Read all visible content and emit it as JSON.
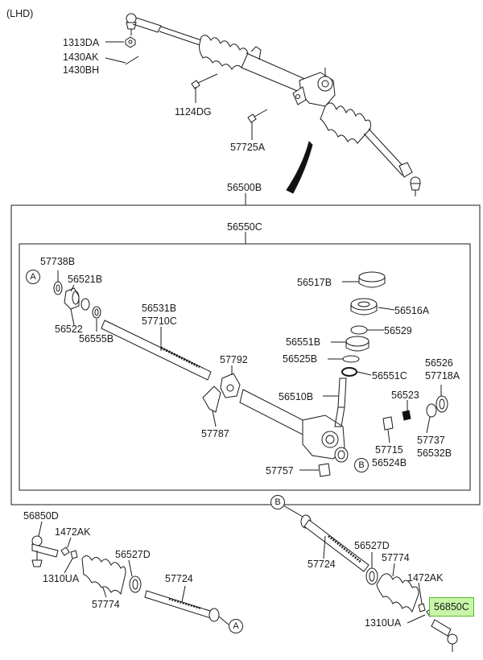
{
  "variant": "(LHD)",
  "labels": {
    "p1313DA": "1313DA",
    "p1430AK": "1430AK",
    "p1430BH": "1430BH",
    "p1124DG": "1124DG",
    "p57725A": "57725A",
    "p56500B": "56500B",
    "p56550C": "56550C",
    "p57738B": "57738B",
    "p56521B": "56521B",
    "p56522": "56522",
    "p56555B": "56555B",
    "p56531B": "56531B",
    "p57710C": "57710C",
    "p57792": "57792",
    "p57787": "57787",
    "p56517B": "56517B",
    "p56516A": "56516A",
    "p56529": "56529",
    "p56551B": "56551B",
    "p56525B": "56525B",
    "p56551C": "56551C",
    "p56510B": "56510B",
    "p56523": "56523",
    "p56526": "56526",
    "p57718A": "57718A",
    "p57737": "57737",
    "p56532B": "56532B",
    "p57715": "57715",
    "p56524B": "56524B",
    "p57757": "57757",
    "l56850D": "56850D",
    "l1472AK": "1472AK",
    "l1310UA": "1310UA",
    "l56527D": "56527D",
    "l57774": "57774",
    "l57724": "57724",
    "r57724": "57724",
    "r56527D": "56527D",
    "r57774": "57774",
    "r1472AK": "1472AK",
    "r56850C": "56850C",
    "r1310UA": "1310UA",
    "refA1": "A",
    "refA2": "A",
    "refB1": "B",
    "refB2": "B"
  },
  "highlight": {
    "color": "#c8f5a8",
    "border": "#5ab832"
  }
}
